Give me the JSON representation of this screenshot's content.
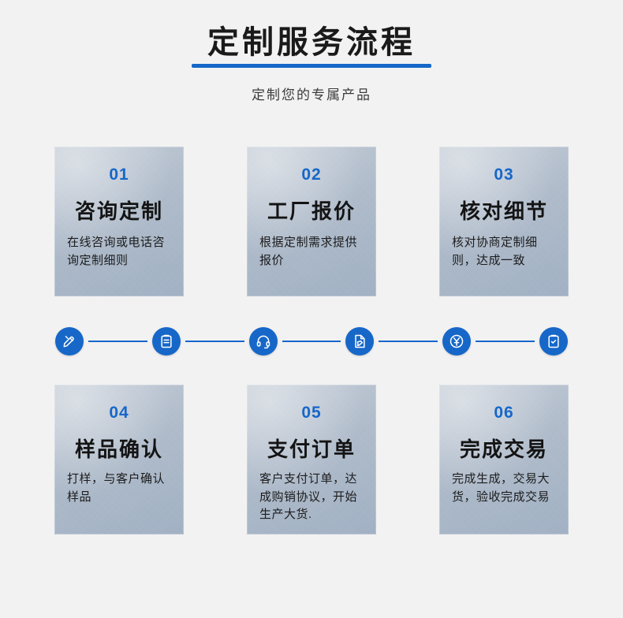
{
  "header": {
    "title": "定制服务流程",
    "subtitle": "定制您的专属产品",
    "accent_color": "#1667c8"
  },
  "steps": [
    {
      "number": "01",
      "title": "咨询定制",
      "desc": "在线咨询或电话咨询定制细则"
    },
    {
      "number": "02",
      "title": "工厂报价",
      "desc": "根据定制需求提供报价"
    },
    {
      "number": "03",
      "title": "核对细节",
      "desc": "核对协商定制细则，达成一致"
    },
    {
      "number": "04",
      "title": "样品确认",
      "desc": "打样，与客户确认样品"
    },
    {
      "number": "05",
      "title": "支付订单",
      "desc": "客户支付订单，达成购销协议，开始生产大货."
    },
    {
      "number": "06",
      "title": "完成交易",
      "desc": "完成生成，交易大货，验收完成交易"
    }
  ],
  "connector": {
    "line_color": "#1667c8",
    "node_color": "#1667c8",
    "icons": [
      "pencil-ruler-icon",
      "clipboard-icon",
      "headset-icon",
      "document-edit-icon",
      "yuan-currency-icon",
      "clipboard-check-icon"
    ]
  }
}
